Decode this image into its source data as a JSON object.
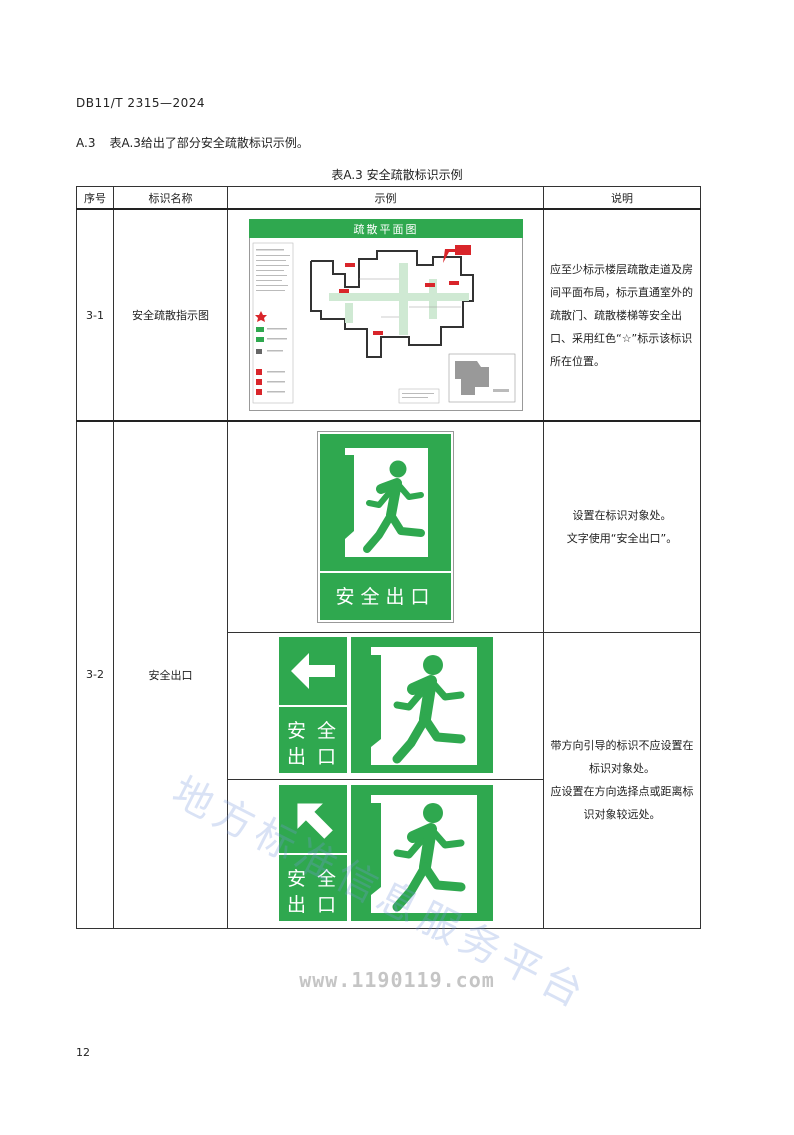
{
  "header": {
    "doc_id": "DB11/T 2315—2024"
  },
  "intro": {
    "num": "A.3",
    "text": "表A.3给出了部分安全疏散标识示例。"
  },
  "table": {
    "caption": "表A.3  安全疏散标识示例",
    "headers": {
      "seq": "序号",
      "name": "标识名称",
      "example": "示例",
      "note": "说明"
    },
    "rows": [
      {
        "seq": "3-1",
        "name": "安全疏散指示图",
        "note": "应至少标示楼层疏散走道及房间平面布局，标示直通室外的疏散门、疏散楼梯等安全出口、采用红色“☆”标示该标识所在位置。",
        "map_title": "疏散平面图"
      },
      {
        "seq": "3-2",
        "name": "安全出口",
        "note_a": [
          "设置在标识对象处。",
          "文字使用“安全出口”。"
        ],
        "note_b": [
          "带方向引导的标识不应设置在标识对象处。",
          "应设置在方向选择点或距离标识对象较远处。"
        ],
        "sign_text": "安全出口",
        "sign_chars": [
          "安",
          "全",
          "出",
          "口"
        ]
      }
    ]
  },
  "colors": {
    "sign_green": "#2fa84f",
    "red": "#d9252a"
  },
  "watermark": {
    "text": "地方标准信息服务平台",
    "url": "www.1190119.com"
  },
  "page_number": "12"
}
